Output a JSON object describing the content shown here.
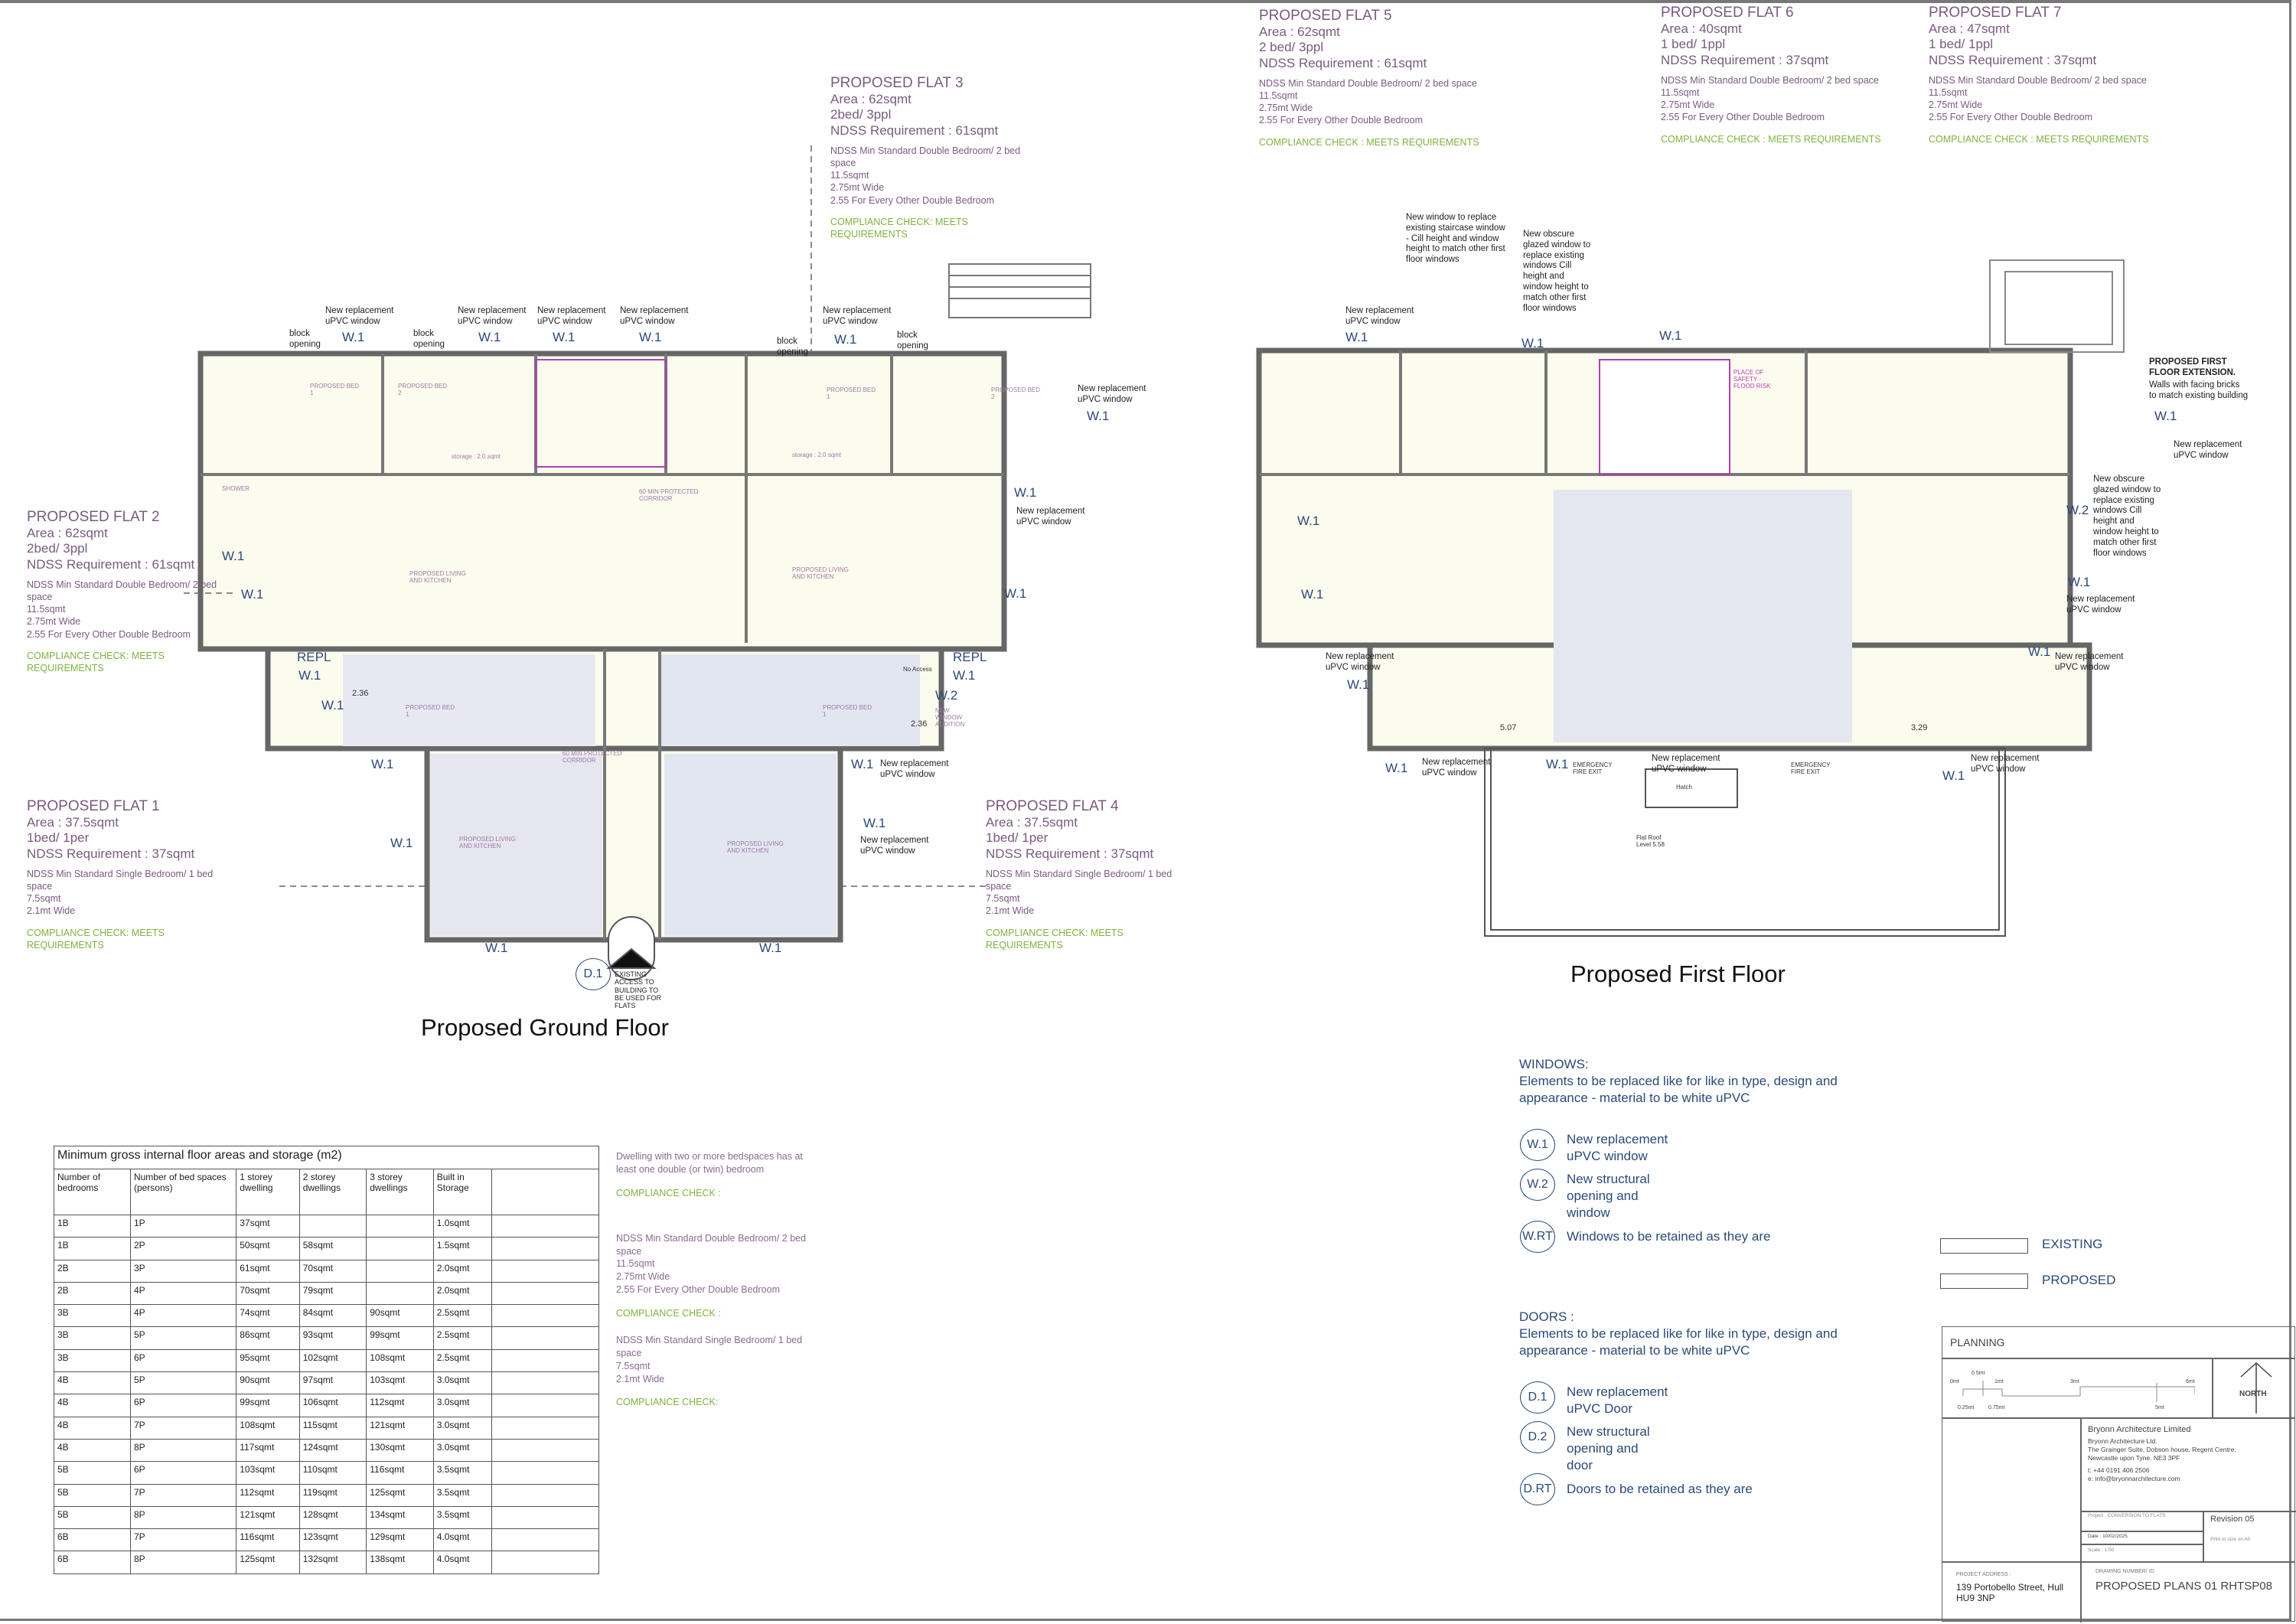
{
  "ground_floor": {
    "title": "Proposed Ground Floor",
    "flat3": {
      "h": "PROPOSED FLAT 3",
      "area": "Area : 62sqmt",
      "beds": "2bed/ 3ppl",
      "req": "NDSS Requirement : 61sqmt",
      "std": "NDSS Min Standard Double Bedroom/ 2 bed space",
      "a": "11.5sqmt",
      "w": "2.75mt Wide",
      "o": "2.55 For Every Other Double Bedroom",
      "check": "COMPLIANCE CHECK: MEETS REQUIREMENTS"
    },
    "flat2": {
      "h": "PROPOSED FLAT 2",
      "area": "Area : 62sqmt",
      "beds": "2bed/ 3ppl",
      "req": "NDSS Requirement : 61sqmt",
      "std": "NDSS Min Standard Double Bedroom/ 2 bed space",
      "a": "11.5sqmt",
      "w": "2.75mt Wide",
      "o": "2.55 For Every Other Double Bedroom",
      "check": "COMPLIANCE CHECK: MEETS REQUIREMENTS"
    },
    "flat1": {
      "h": "PROPOSED FLAT 1",
      "area": "Area : 37.5sqmt",
      "beds": "1bed/ 1per",
      "req": "NDSS Requirement : 37sqmt",
      "std": "NDSS Min Standard Single Bedroom/ 1 bed space",
      "a": "7.5sqmt",
      "w": "2.1mt Wide",
      "check": "COMPLIANCE CHECK: MEETS REQUIREMENTS"
    },
    "flat4": {
      "h": "PROPOSED FLAT 4",
      "area": "Area : 37.5sqmt",
      "beds": "1bed/ 1per",
      "req": "NDSS Requirement : 37sqmt",
      "std": "NDSS Min Standard Single Bedroom/ 1 bed space",
      "a": "7.5sqmt",
      "w": "2.1mt Wide",
      "check": "COMPLIANCE CHECK: MEETS REQUIREMENTS"
    },
    "new_window": "New replacement uPVC window",
    "block_opening": "block opening",
    "w1": "W.1",
    "w2": "W.2",
    "repl": "REPL",
    "d1": "D.1",
    "new_window_addition": "NEW WINDOW ADDITION",
    "access": "EXISTING ACCESS TO BUILDING TO BE USED FOR FLATS",
    "rooms": {
      "bed1": "PROPOSED BED 1",
      "bed2": "PROPOSED BED 2",
      "living": "PROPOSED LIVING AND KITCHEN",
      "corridor": "60 MIN PROTECTED CORRIDOR",
      "shower": "SHOWER",
      "storage": "storage : 2.0 sqmt",
      "no_access": "No Access",
      "dim": "2.36"
    }
  },
  "first_floor": {
    "title": "Proposed First Floor",
    "flat5": {
      "h": "PROPOSED FLAT 5",
      "area": "Area : 62sqmt",
      "beds": "2 bed/ 3ppl",
      "req": "NDSS Requirement : 61sqmt",
      "std": "NDSS Min Standard Double Bedroom/ 2 bed space",
      "a": "11.5sqmt",
      "w": "2.75mt Wide",
      "o": "2.55 For Every Other Double Bedroom",
      "check": "COMPLIANCE CHECK : MEETS REQUIREMENTS"
    },
    "flat6": {
      "h": "PROPOSED FLAT 6",
      "area": "Area : 40sqmt",
      "beds": "1 bed/ 1ppl",
      "req": "NDSS Requirement : 37sqmt",
      "std": "NDSS Min Standard Double Bedroom/ 2 bed space",
      "a": "11.5sqmt",
      "w": "2.75mt Wide",
      "o": "2.55 For Every Other Double Bedroom",
      "check": "COMPLIANCE CHECK : MEETS REQUIREMENTS"
    },
    "flat7": {
      "h": "PROPOSED FLAT 7",
      "area": "Area : 47sqmt",
      "beds": "1 bed/ 1ppl",
      "req": "NDSS Requirement : 37sqmt",
      "std": "NDSS Min Standard Double Bedroom/ 2 bed space",
      "a": "11.5sqmt",
      "w": "2.75mt Wide",
      "o": "2.55 For Every Other Double Bedroom",
      "check": "COMPLIANCE CHECK : MEETS REQUIREMENTS"
    },
    "staircase_note": "New window to replace existing staircase window - Cill height and window height to match other first floor windows",
    "obscure_note": "New obscure glazed window to replace existing windows Cill height and window height to match other first floor windows",
    "extension_title": "PROPOSED FIRST FLOOR EXTENSION.",
    "extension_note": "Walls with facing bricks to match existing building",
    "new_window": "New replacement uPVC window",
    "fire_exit": "EMERGENCY FIRE EXIT",
    "hatch": "Hatch",
    "flat_roof": "Flat Roof Level 5.58",
    "place_of_safety": "PLACE OF SAFETY - FLOOD RISK",
    "dim1": "5.07",
    "dim2": "3.29",
    "w1": "W.1",
    "w2": "W.2"
  },
  "table": {
    "caption": "Minimum gross internal floor areas and storage (m2)",
    "headers": [
      "Number of bedrooms",
      "Number of bed spaces (persons)",
      "1 storey dwelling",
      "2 storey dwellings",
      "3 storey dwellings",
      "Built in Storage"
    ],
    "rows": [
      [
        "1B",
        "1P",
        "37sqmt",
        "",
        "",
        "1.0sqmt"
      ],
      [
        "1B",
        "2P",
        "50sqmt",
        "58sqmt",
        "",
        "1.5sqmt"
      ],
      [
        "2B",
        "3P",
        "61sqmt",
        "70sqmt",
        "",
        "2.0sqmt"
      ],
      [
        "2B",
        "4P",
        "70sqmt",
        "79sqmt",
        "",
        "2.0sqmt"
      ],
      [
        "3B",
        "4P",
        "74sqmt",
        "84sqmt",
        "90sqmt",
        "2.5sqmt"
      ],
      [
        "3B",
        "5P",
        "86sqmt",
        "93sqmt",
        "99sqmt",
        "2.5sqmt"
      ],
      [
        "3B",
        "6P",
        "95sqmt",
        "102sqmt",
        "108sqmt",
        "2.5sqmt"
      ],
      [
        "4B",
        "5P",
        "90sqmt",
        "97sqmt",
        "103sqmt",
        "3.0sqmt"
      ],
      [
        "4B",
        "6P",
        "99sqmt",
        "106sqmt",
        "112sqmt",
        "3.0sqmt"
      ],
      [
        "4B",
        "7P",
        "108sqmt",
        "115sqmt",
        "121sqmt",
        "3.0sqmt"
      ],
      [
        "4B",
        "8P",
        "117sqmt",
        "124sqmt",
        "130sqmt",
        "3.0sqmt"
      ],
      [
        "5B",
        "6P",
        "103sqmt",
        "110sqmt",
        "116sqmt",
        "3.5sqmt"
      ],
      [
        "5B",
        "7P",
        "112sqmt",
        "119sqmt",
        "125sqmt",
        "3.5sqmt"
      ],
      [
        "5B",
        "8P",
        "121sqmt",
        "128sqmt",
        "134sqmt",
        "3.5sqmt"
      ],
      [
        "6B",
        "7P",
        "116sqmt",
        "123sqmt",
        "129sqmt",
        "4.0sqmt"
      ],
      [
        "6B",
        "8P",
        "125sqmt",
        "132sqmt",
        "138sqmt",
        "4.0sqmt"
      ]
    ]
  },
  "notes": {
    "n1": "Dwelling with two or more bedspaces has at least one double (or twin) bedroom",
    "c1": "COMPLIANCE CHECK :",
    "n2": "NDSS Min Standard Double Bedroom/ 2 bed space",
    "n2a": "11.5sqmt",
    "n2b": "2.75mt Wide",
    "n2c": "2.55 For Every Other Double Bedroom",
    "c2": "COMPLIANCE CHECK :",
    "n3": "NDSS Min Standard Single Bedroom/ 1 bed space",
    "n3a": "7.5sqmt",
    "n3b": "2.1mt Wide",
    "c3": "COMPLIANCE CHECK:"
  },
  "legend": {
    "windows_title": "WINDOWS:",
    "windows_desc": "Elements to be replaced like for like in type, design and appearance - material to be white  uPVC",
    "w1": {
      "code": "W.1",
      "text": "New replacement uPVC window"
    },
    "w2": {
      "code": "W.2",
      "text": "New structural opening and window"
    },
    "wrt": {
      "code": "W.RT",
      "text": "Windows to be retained as they are"
    },
    "doors_title": "DOORS :",
    "doors_desc": "Elements to be replaced like for like in type, design and appearance - material to be white  uPVC",
    "d1": {
      "code": "D.1",
      "text": "New replacement uPVC Door"
    },
    "d2": {
      "code": "D.2",
      "text": "New structural opening and door"
    },
    "drt": {
      "code": "D.RT",
      "text": "Doors to be retained as they are"
    },
    "existing": "EXISTING",
    "proposed": "PROPOSED"
  },
  "title_block": {
    "stage": "PLANNING",
    "scale_labels": [
      "0mt",
      "0.5mt",
      "1mt",
      "3mt",
      "6mt",
      "0.25mt",
      "0.75mt",
      "5mt"
    ],
    "north": "NORTH",
    "company": "Bryonn Architecture Limited",
    "address_lines": [
      "Bryonn Architecture Ltd.",
      "The Grainger Suite, Dobson house, Regent Centre.",
      "Newcastle upon Tyne. NE3 3PF"
    ],
    "phone": "t:    +44 0191 406 2506",
    "email": "e:   info@bryonnarchitecture.com",
    "project": "Project : CONVERSION TO FLATS",
    "date": "Date : 10/02/2025",
    "scale": "Scale : 1:50",
    "revision": "Revision 05",
    "print": "Print to size on A0",
    "address_label": "PROJECT ADDRESS :",
    "address": "139 Portobello Street, Hull HU9 3NP",
    "drawing_label": "DRAWING NUMBER/ ID",
    "drawing_id": "PROPOSED PLANS 01 RHTSP08"
  }
}
